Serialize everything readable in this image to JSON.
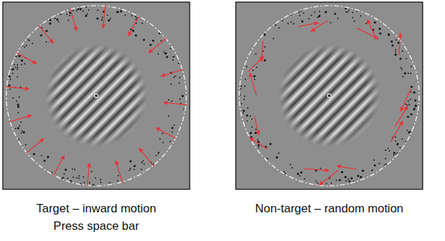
{
  "diagram": {
    "labels": [
      "Target – inward motion",
      "Press space bar",
      "Non-target – random motion"
    ]
  }
}
